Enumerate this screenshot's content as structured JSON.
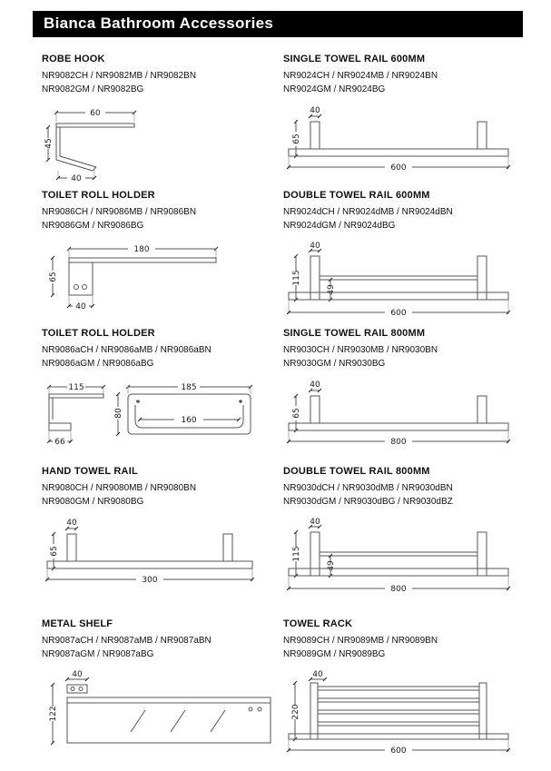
{
  "header": {
    "title": "Bianca Bathroom Accessories"
  },
  "colors": {
    "header_bg": "#000000",
    "header_text": "#ffffff",
    "line": "#555555",
    "text": "#111111"
  },
  "products": [
    {
      "name": "ROBE HOOK",
      "codes1": "NR9082CH / NR9082MB / NR9082BN",
      "codes2": "NR9082GM / NR9082BG",
      "dims": {
        "width": "60",
        "height": "45",
        "base": "40"
      }
    },
    {
      "name": "SINGLE TOWEL RAIL 600MM",
      "codes1": "NR9024CH / NR9024MB / NR9024BN",
      "codes2": "NR9024GM / NR9024BG",
      "dims": {
        "plate": "40",
        "height": "65",
        "length": "600"
      }
    },
    {
      "name": "TOILET ROLL HOLDER",
      "codes1": "NR9086CH / NR9086MB / NR9086BN",
      "codes2": "NR9086GM / NR9086BG",
      "dims": {
        "length": "180",
        "height": "65",
        "plate": "40"
      }
    },
    {
      "name": "DOUBLE TOWEL RAIL 600MM",
      "codes1": "NR9024dCH / NR9024dMB / NR9024dBN",
      "codes2": "NR9024dGM / NR9024dBG",
      "dims": {
        "plate": "40",
        "height": "115",
        "gap": "49",
        "length": "600"
      }
    },
    {
      "name": "TOILET ROLL HOLDER",
      "codes1": "NR9086aCH / NR9086aMB / NR9086aBN",
      "codes2": "NR9086aGM / NR9086aBG",
      "dims": {
        "side": "115",
        "width": "185",
        "height": "80",
        "inner": "160",
        "base": "66"
      }
    },
    {
      "name": "SINGLE TOWEL RAIL 800MM",
      "codes1": "NR9030CH / NR9030MB / NR9030BN",
      "codes2": "NR9030GM / NR9030BG",
      "dims": {
        "plate": "40",
        "height": "65",
        "length": "800"
      }
    },
    {
      "name": "HAND TOWEL RAIL",
      "codes1": "NR9080CH / NR9080MB / NR9080BN",
      "codes2": "NR9080GM / NR9080BG",
      "dims": {
        "plate": "40",
        "height": "65",
        "length": "300"
      }
    },
    {
      "name": "DOUBLE TOWEL RAIL 800MM",
      "codes1": "NR9030dCH / NR9030dMB / NR9030dBN",
      "codes2": "NR9030dGM / NR9030dBG / NR9030dBZ",
      "dims": {
        "plate": "40",
        "height": "115",
        "gap": "49",
        "length": "800"
      }
    },
    {
      "name": "METAL SHELF",
      "codes1": "NR9087aCH / NR9087aMB / NR9087aBN",
      "codes2": "NR9087aGM / NR9087aBG",
      "dims": {
        "plate": "40",
        "height": "122"
      }
    },
    {
      "name": "TOWEL RACK",
      "codes1": "NR9089CH / NR9089MB / NR9089BN",
      "codes2": "NR9089GM / NR9089BG",
      "dims": {
        "plate": "40",
        "height": "220",
        "length": "600"
      }
    }
  ]
}
